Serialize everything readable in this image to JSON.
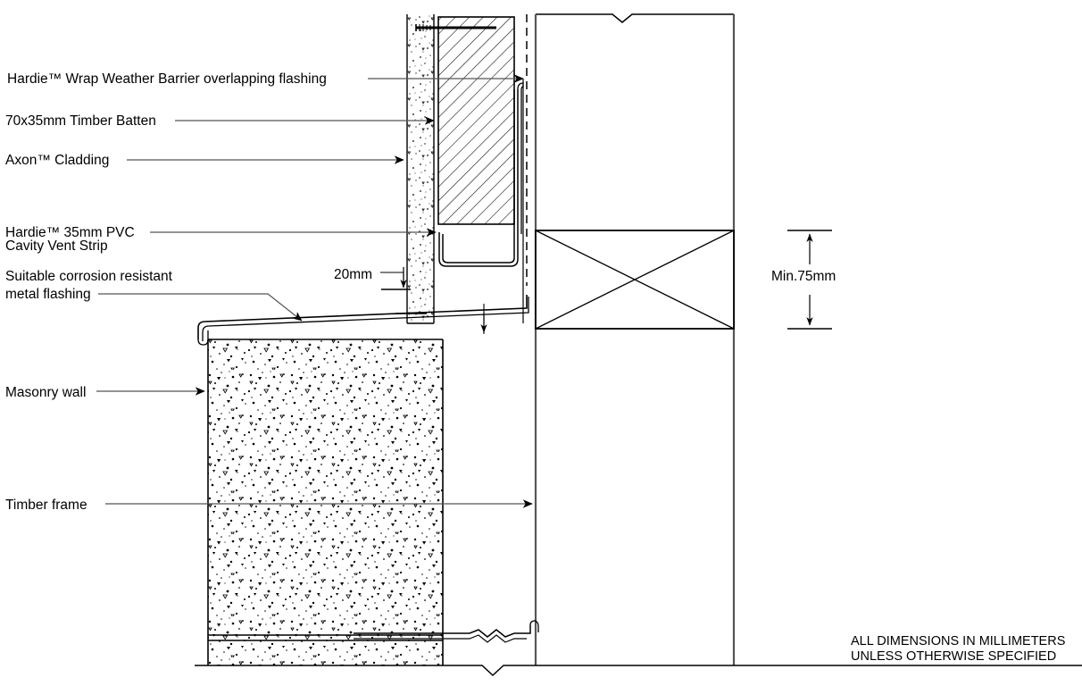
{
  "drawing": {
    "type": "architectural-detail-section",
    "title_note": "ALL DIMENSIONS IN MILLIMETERS\nUNLESS OTHERWISE SPECIFIED",
    "note_line_1": "ALL DIMENSIONS IN MILLIMETERS",
    "note_line_2": "UNLESS OTHERWISE SPECIFIED",
    "line_color": "#000000",
    "leader_color": "#555555",
    "background": "#ffffff"
  },
  "labels": {
    "weather_barrier": "Hardie™ Wrap Weather Barrier overlapping flashing",
    "timber_batten": "70x35mm Timber Batten",
    "axon_cladding": "Axon™ Cladding",
    "cavity_vent_strip_line1": "Hardie™ 35mm PVC",
    "cavity_vent_strip_line2": "Cavity Vent Strip",
    "metal_flashing_line1": "Suitable corrosion resistant",
    "metal_flashing_line2": "metal flashing",
    "masonry_wall": "Masonry wall",
    "timber_frame": "Timber frame"
  },
  "dimensions": {
    "cavity_gap": "20mm",
    "min_flashing_upstand": "Min.75mm"
  },
  "components": [
    {
      "name": "axon-cladding-panel",
      "hatch": "stipple-concrete-fine"
    },
    {
      "name": "timber-batten",
      "hatch": "diagonal-45"
    },
    {
      "name": "weather-barrier",
      "hatch": "dashed-line"
    },
    {
      "name": "pvc-cavity-vent-strip",
      "hatch": "outline-rounded-u"
    },
    {
      "name": "metal-flashing",
      "hatch": "double-line-sloped"
    },
    {
      "name": "masonry-wall",
      "hatch": "stipple-concrete-coarse"
    },
    {
      "name": "timber-frame",
      "hatch": "blank"
    },
    {
      "name": "framing-member-void",
      "hatch": "crossed-rectangle"
    },
    {
      "name": "fixing-screw",
      "hatch": "threaded"
    },
    {
      "name": "break-line-top",
      "hatch": "zigzag"
    },
    {
      "name": "break-line-bottom",
      "hatch": "zigzag"
    }
  ]
}
